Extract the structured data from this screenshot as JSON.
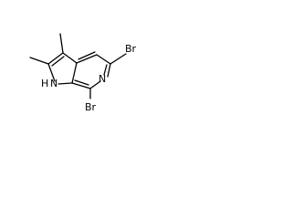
{
  "molecule": {
    "atoms": {
      "br_top": "Br",
      "br_bottom": "Br",
      "n_ring": "N",
      "nh_ring": "N",
      "nh_h": "H"
    }
  }
}
